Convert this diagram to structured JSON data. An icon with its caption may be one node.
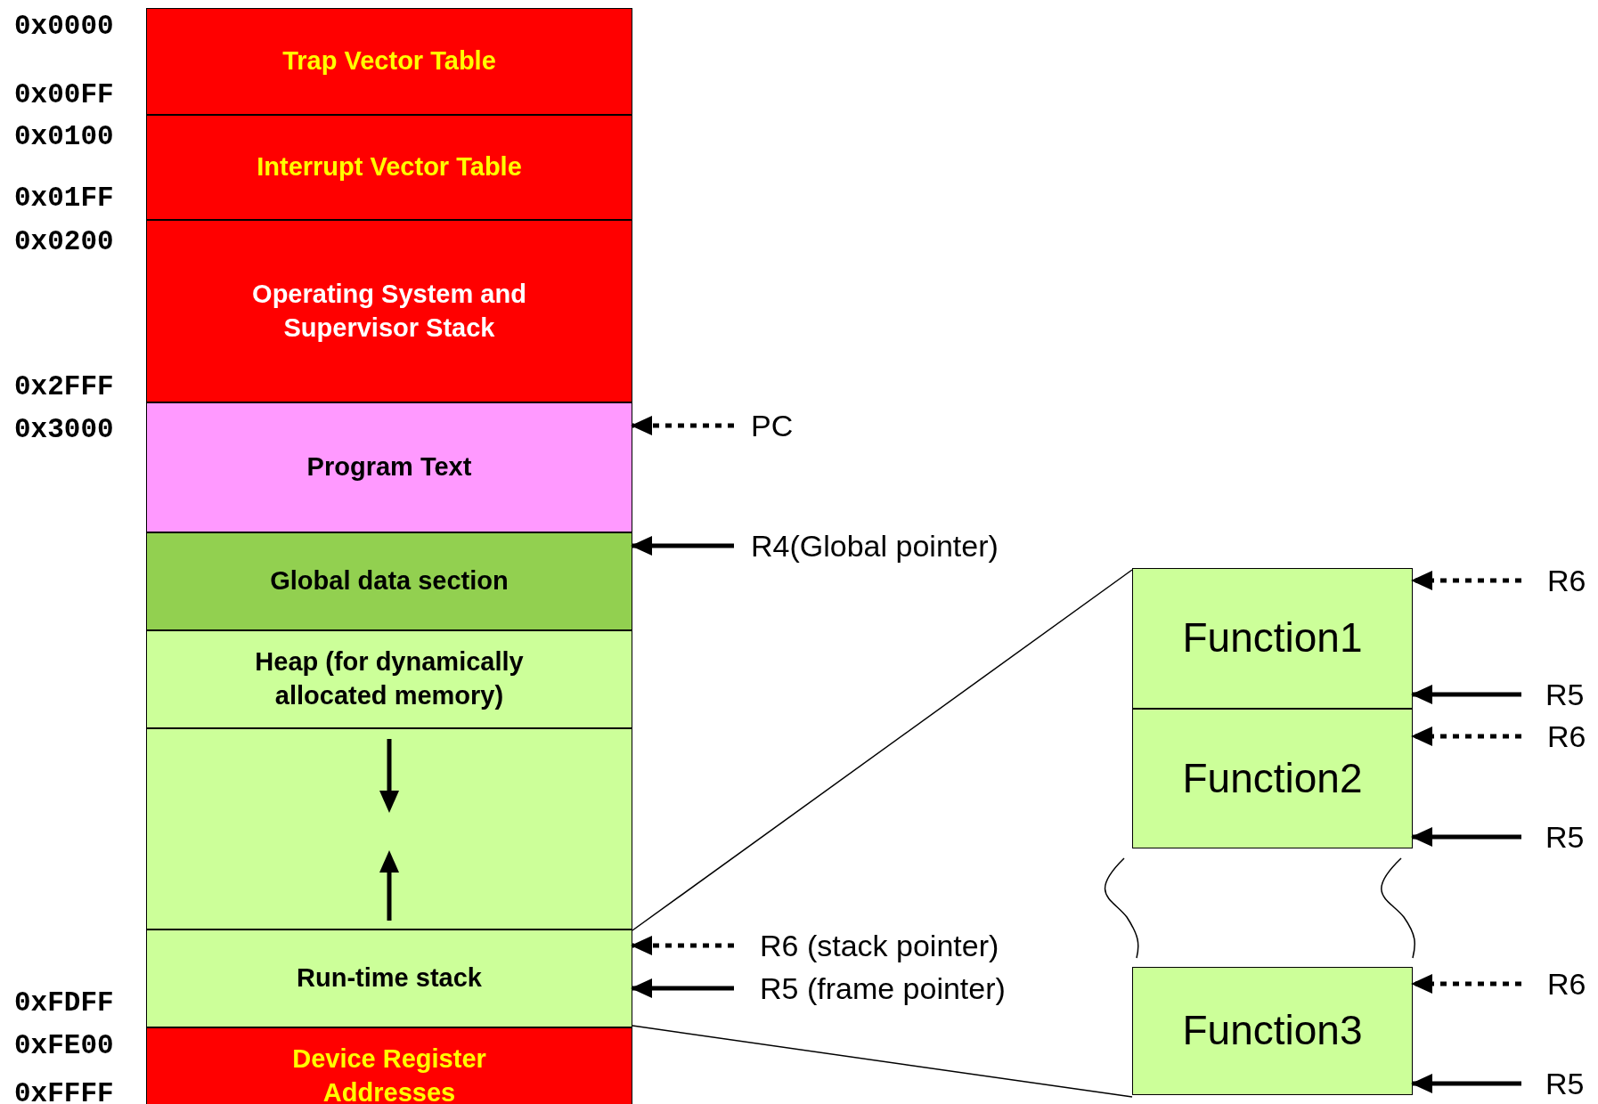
{
  "diagram": {
    "nodes": [
      {
        "text": [
          "Trap Vector Table"
        ]
      },
      {
        "text": [
          "Interrupt Vector Table"
        ]
      },
      {
        "text": [
          "Operating System and Supervisor Stack"
        ]
      },
      {
        "text": [
          "Program Text"
        ]
      },
      {
        "text": [
          "Global data section"
        ]
      },
      {
        "text": [
          "Heap (for dynamically allocated memory)"
        ]
      },
      {
        "text": [],
        "shape": "box"
      },
      {
        "text": [
          "Run-time stack"
        ]
      },
      {
        "text": [
          "Device Register Addresses"
        ]
      },
      {
        "text": [
          "PC"
        ]
      },
      {
        "text": [
          "R4(Global pointer)"
        ]
      },
      {
        "text": [
          "R6 (stack pointer)"
        ]
      },
      {
        "text": [
          "R5 (frame pointer)"
        ]
      },
      {
        "text": [
          "Function1"
        ]
      },
      {
        "text": [
          "Function2"
        ]
      },
      {
        "text": [
          "Function3"
        ]
      },
      {
        "text": [
          "R6"
        ]
      },
      {
        "text": [
          "R5"
        ]
      },
      {
        "text": [
          "R6"
        ]
      },
      {
        "text": [
          "R5"
        ]
      },
      {
        "text": [
          "R6"
        ]
      },
      {
        "text": [
          "R5"
        ]
      }
    ],
    "edges": [
      {
        "from": 9,
        "to": 3,
        "arrow": "to",
        "style": "dashed"
      },
      {
        "from": 10,
        "to": 4,
        "arrow": "to"
      },
      {
        "from": 11,
        "to": 7,
        "arrow": "to",
        "style": "dashed"
      },
      {
        "from": 12,
        "to": 7,
        "arrow": "to"
      },
      {
        "from": 7,
        "to": 13,
        "arrow": "none"
      },
      {
        "from": 7,
        "to": 15,
        "arrow": "none"
      },
      {
        "from": 16,
        "to": 13,
        "arrow": "to",
        "style": "dashed"
      },
      {
        "from": 17,
        "to": 13,
        "arrow": "to"
      },
      {
        "from": 18,
        "to": 14,
        "arrow": "to",
        "style": "dashed"
      },
      {
        "from": 19,
        "to": 14,
        "arrow": "to"
      },
      {
        "from": 20,
        "to": 15,
        "arrow": "to",
        "style": "dashed"
      },
      {
        "from": 21,
        "to": 15,
        "arrow": "to"
      }
    ],
    "labels": [
      "0x0000",
      "0x00FF",
      "0x0100",
      "0x01FF",
      "0x0200",
      "0x2FFF",
      "0x3000",
      "0xFDFF",
      "0xFE00",
      "0xFFFF"
    ]
  }
}
